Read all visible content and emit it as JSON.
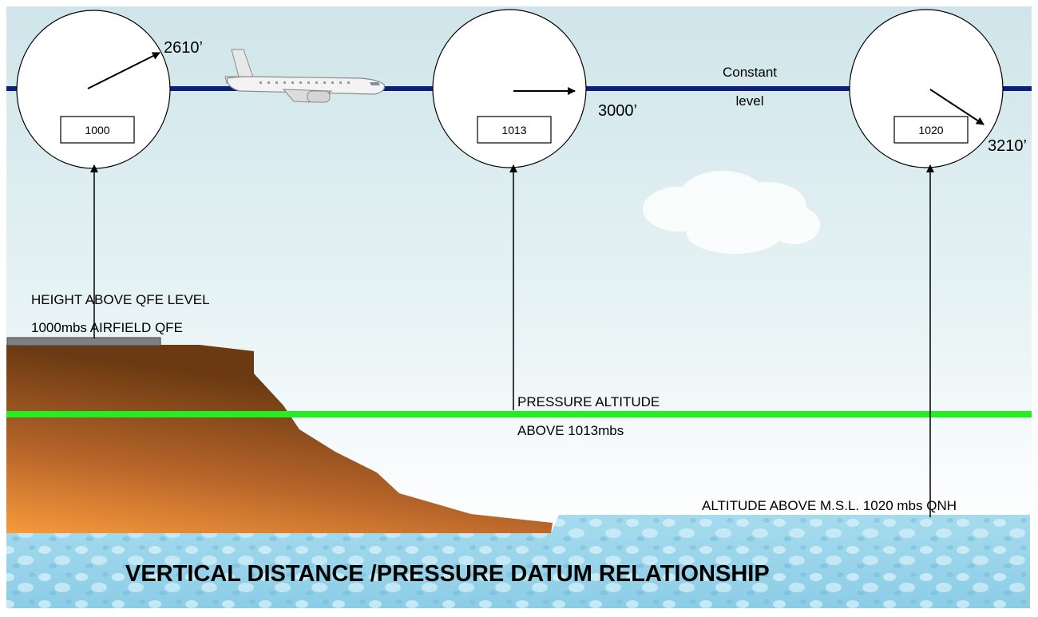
{
  "altimeters": [
    {
      "id": "qfe",
      "setting": "1000",
      "reading": "2610’"
    },
    {
      "id": "standard",
      "setting": "1013",
      "reading": "3000’"
    },
    {
      "id": "qnh",
      "setting": "1020",
      "reading": "3210’"
    }
  ],
  "labels": {
    "constant_line1": "Constant",
    "constant_line2": "level",
    "qfe_line1": "HEIGHT ABOVE QFE LEVEL",
    "qfe_line2": "1000mbs AIRFIELD QFE",
    "pressure_line1": "PRESSURE ALTITUDE",
    "pressure_line2": "ABOVE 1013mbs",
    "qnh": "ALTITUDE ABOVE M.S.L. 1020 mbs QNH",
    "title": "VERTICAL DISTANCE /PRESSURE DATUM RELATIONSHIP"
  },
  "colors": {
    "constant_level_line": "#0d1f7a",
    "pressure_datum_line": "#22ee22",
    "terrain_dark": "#6b3a12",
    "terrain_light": "#f0973a",
    "sky": "#d2e7ec",
    "sea": "#9fd6ea",
    "airfield": "#808080"
  }
}
